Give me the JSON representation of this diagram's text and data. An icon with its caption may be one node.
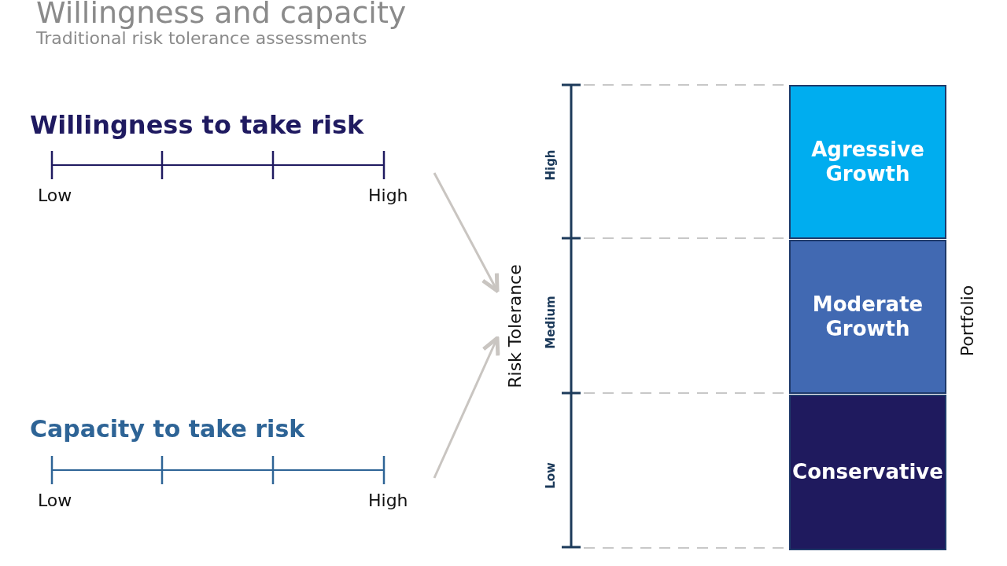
{
  "diagram": {
    "title": "Willingness and capacity",
    "nodes": [
      {
        "text": [
          "Willingness to take risk",
          "Low",
          "High"
        ]
      },
      {
        "text": [
          "Capacity to take risk",
          "Low",
          "High"
        ]
      },
      {
        "text": [
          "Risk Tolerance",
          "High",
          "Medium",
          "Low"
        ]
      },
      {
        "text": [
          "Portfolio"
        ]
      },
      {
        "text": [
          "Agressive Growth"
        ],
        "in": 3
      },
      {
        "text": [
          "Moderate Growth"
        ],
        "in": 3
      },
      {
        "text": [
          "Conservative"
        ],
        "in": 3
      }
    ],
    "edges": [
      {
        "from": 0,
        "to": 2,
        "arrow": "to"
      },
      {
        "from": 1,
        "to": 2,
        "arrow": "to"
      },
      {
        "from": 2,
        "to": 3,
        "arrow": "none",
        "style": "dashed"
      },
      {
        "from": 2,
        "to": 3,
        "arrow": "none",
        "style": "dashed"
      },
      {
        "from": 2,
        "to": 3,
        "arrow": "none",
        "style": "dashed"
      },
      {
        "from": 2,
        "to": 3,
        "arrow": "none",
        "style": "dashed"
      }
    ],
    "labels": [
      "Traditional risk tolerance assessments"
    ]
  }
}
